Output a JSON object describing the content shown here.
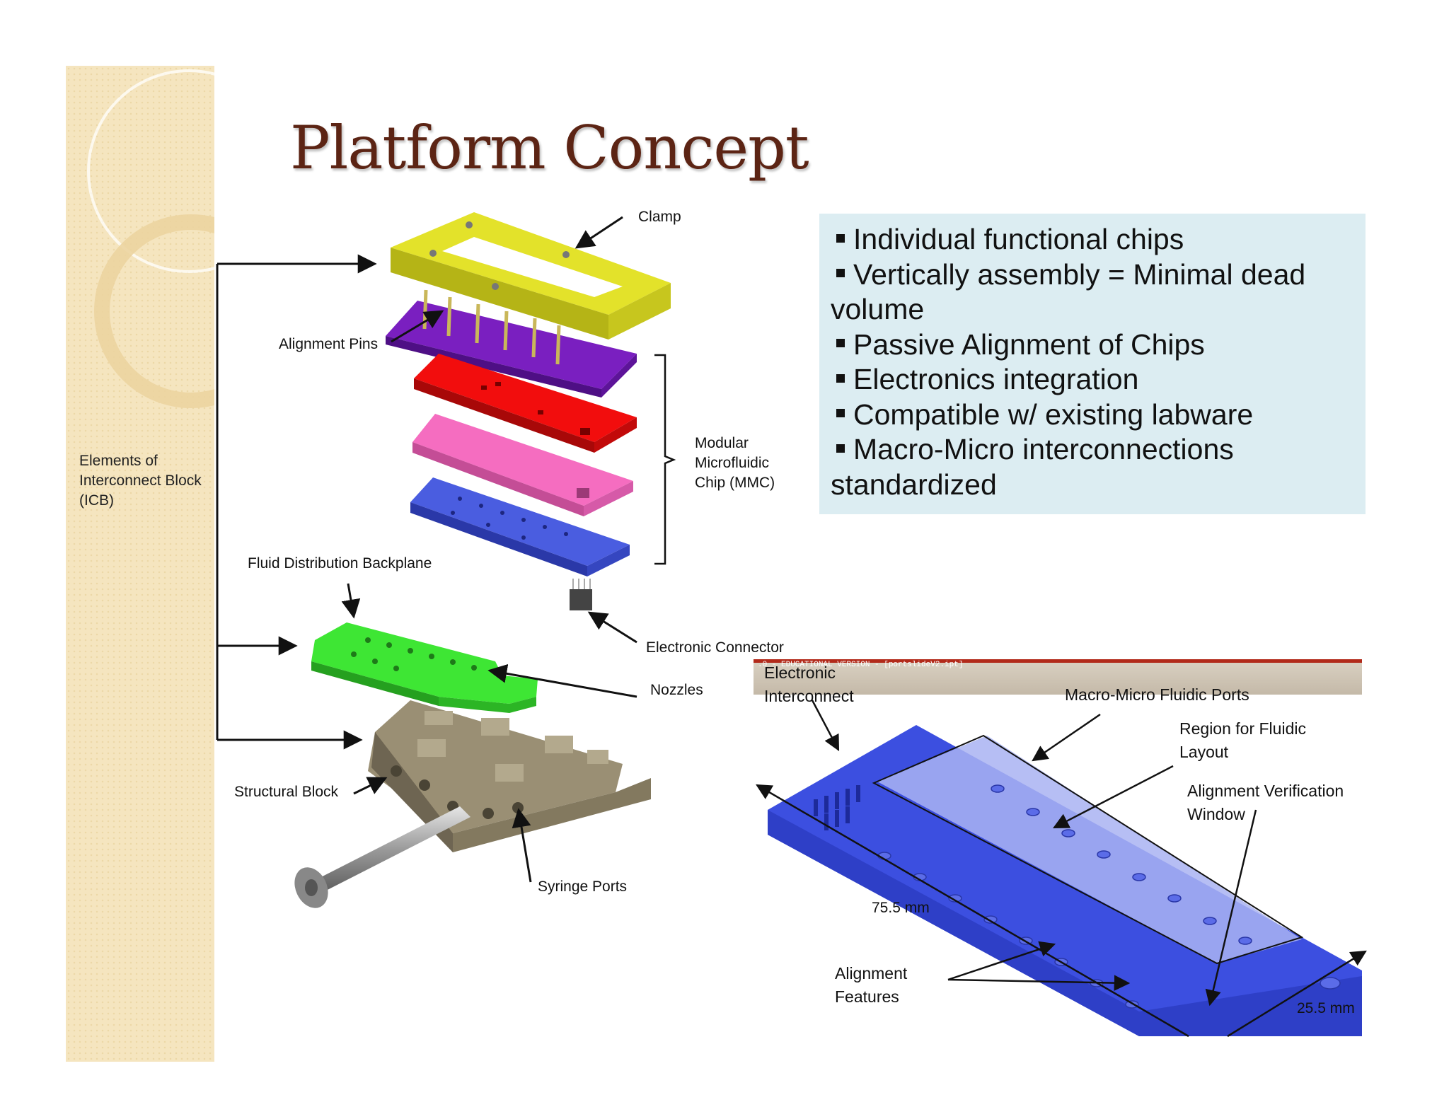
{
  "slide": {
    "title": "Platform Concept",
    "sidebar_label": "Elements of Interconnect Block (ICB)"
  },
  "labels": {
    "clamp": "Clamp",
    "alignment_pins": "Alignment Pins",
    "mmc_line1": "Modular",
    "mmc_line2": "Microfluidic",
    "mmc_line3": "Chip (MMC)",
    "fluid_backplane": "Fluid Distribution Backplane",
    "electronic_connector": "Electronic Connector",
    "nozzles": "Nozzles",
    "structural_block": "Structural Block",
    "syringe_ports": "Syringe Ports",
    "electronic_interconnect_line1": "Electronic",
    "electronic_interconnect_line2": "Interconnect",
    "macro_micro_ports": "Macro-Micro Fluidic Ports",
    "region_line1": "Region for Fluidic",
    "region_line2": "Layout",
    "verification_line1": "Alignment Verification",
    "verification_line2": "Window",
    "dim_length": "75.5 mm",
    "alignment_features_line1": "Alignment",
    "alignment_features_line2": "Features",
    "dim_width": "25.5 mm"
  },
  "bullets": [
    "Individual functional chips",
    "Vertically assembly = Minimal dead volume",
    "Passive Alignment of Chips",
    "Electronics integration",
    "Compatible w/ existing labware",
    "Macro-Micro interconnections standardized"
  ],
  "colors": {
    "title": "#5c2414",
    "clamp": "#e3e22a",
    "pin_layer": "#7a1fc0",
    "red_chip": "#f20d0d",
    "pink_chip": "#f56dc0",
    "blue_chip": "#4a5de0",
    "backplane": "#3ee634",
    "structural_block": "#9a8f74",
    "render_blue": "#3c4fe0",
    "bullet_box": "#dcedf2"
  }
}
